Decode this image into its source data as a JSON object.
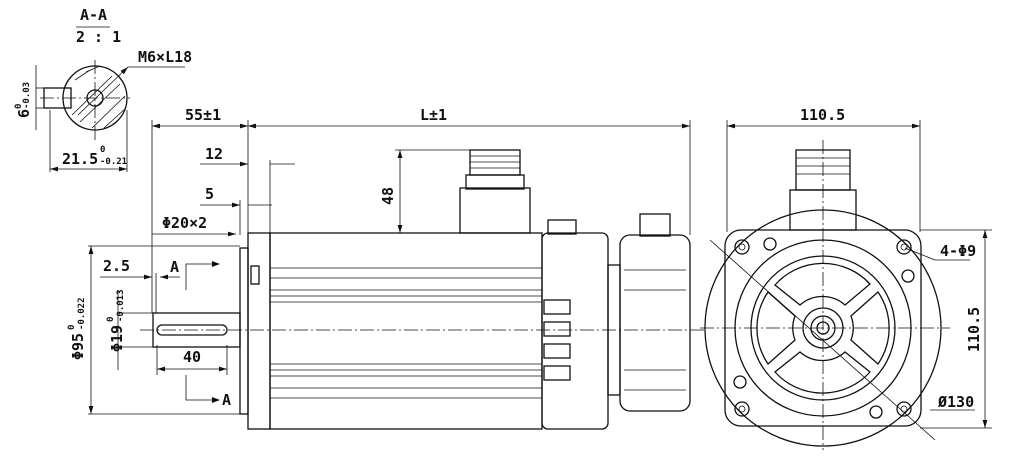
{
  "section": {
    "title": "A-A",
    "scale": "2 : 1",
    "thread": "M6×L18",
    "key_width": {
      "nominal": "6",
      "upper": "0",
      "lower": "-0.03"
    },
    "key_depth": {
      "nominal": "21.5",
      "upper": "0",
      "lower": "-0.21"
    }
  },
  "side_view": {
    "shaft_length": "55±1",
    "body_length": "L±1",
    "dim_12": "12",
    "dim_5": "5",
    "spigot": "Φ20×2",
    "dim_2_5": "2.5",
    "key_length": "40",
    "section_mark_top": "A",
    "section_mark_bottom": "A",
    "pilot_diameter": {
      "nominal": "Φ95",
      "upper": "0",
      "lower": "-0.022"
    },
    "shaft_diameter": {
      "nominal": "Φ19",
      "upper": "0",
      "lower": "-0.013"
    },
    "connector_height": "48"
  },
  "front_view": {
    "width": "110.5",
    "height": "110.5",
    "holes": "4-Φ9",
    "pcd": "Ø130"
  },
  "colors": {
    "line": "#111111",
    "background": "#ffffff"
  }
}
